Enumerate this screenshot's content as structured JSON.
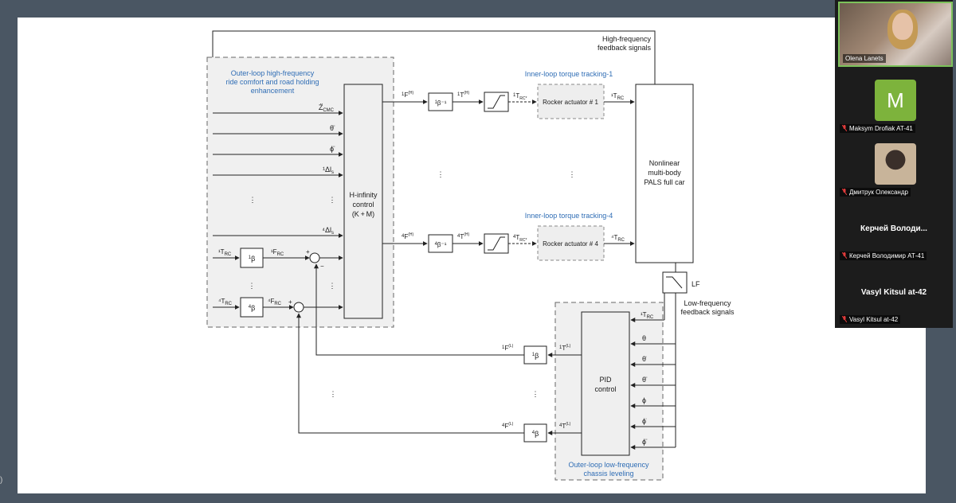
{
  "diagram": {
    "hf_feedback": [
      "High-frequency",
      "feedback signals"
    ],
    "outer_loop_hf": [
      "Outer-loop high-frequency",
      "ride comfort and road holding",
      "enhancement"
    ],
    "hinf": [
      "H-infinity",
      "control",
      "(K + M)"
    ],
    "inner1": "Inner-loop torque tracking-1",
    "inner4": "Inner-loop torque tracking-4",
    "rocker1": "Rocker actuator # 1",
    "rocker4": "Rocker actuator # 4",
    "car": [
      "Nonlinear",
      "multi-body",
      "PALS full car"
    ],
    "lf": "LF",
    "lf_feedback": [
      "Low-frequency",
      "feedback signals"
    ],
    "pid": [
      "PID",
      "control"
    ],
    "outer_loop_lf": [
      "Outer-loop low-frequency",
      "chassis leveling"
    ],
    "inputs": [
      "Z̈",
      "θ̈",
      "ϕ̈",
      "¹Δl",
      "⁴Δl"
    ],
    "pid_inputs": [
      "¹T",
      "θ",
      "θ̇",
      "θ̈",
      "ϕ",
      "ϕ̇",
      "ϕ̈"
    ],
    "sub_cmc": "CMC",
    "sub_rc": "RC",
    "sub_s": "s",
    "beta": "β",
    "beta_inv": "β⁻¹",
    "t1": "¹T",
    "t4": "⁴T",
    "f1": "¹F",
    "f4": "⁴F",
    "pre1": "1",
    "pre4": "4",
    "plus": "+",
    "minus": "−",
    "sup_h": "(H)",
    "sup_l": "(L)",
    "sub_rcstar": "RC*",
    "dots": "⋮"
  },
  "participants": [
    {
      "name": "Olena Lanets",
      "type": "video"
    },
    {
      "name": "Maksym Drofiak AT-41",
      "type": "avatar",
      "initial": "M",
      "color": "#7db33c",
      "muted": true
    },
    {
      "name": "Дмитрук Олександр",
      "type": "image",
      "muted": true
    },
    {
      "name": "Керчей Володимир АТ-41",
      "display": "Керчей  Володи...",
      "type": "name",
      "muted": true
    },
    {
      "name": "Vasyl Kitsul at-42",
      "display": "Vasyl Kitsul at-42",
      "type": "name",
      "muted": true
    }
  ],
  "left_edge_char": ")"
}
